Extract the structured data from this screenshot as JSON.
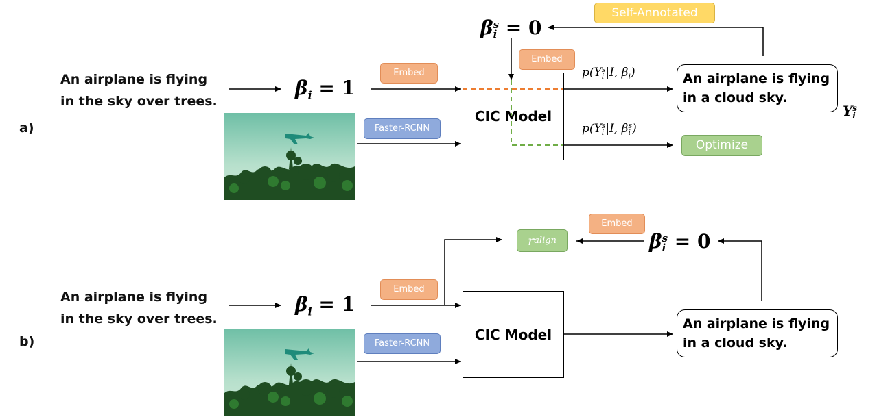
{
  "panels": {
    "a": {
      "row_label": "a)",
      "input_caption_line1": "An airplane is flying",
      "input_caption_line2": "in the sky over trees.",
      "beta_in": "β",
      "beta_in_sub": "i",
      "beta_in_rhs": "= 1",
      "embed_label": "Embed",
      "embed2_label": "Embed",
      "detector_label": "Faster-RCNN",
      "model_label": "CIC Model",
      "prob_top": "p(Y",
      "prob_top_sup": "s",
      "prob_top_sub": "i",
      "prob_top_rest": "|I, β",
      "prob_top_rest_sub": "i",
      "prob_top_close": ")",
      "prob_bottom": "p(Y",
      "prob_bottom_sup": "s",
      "prob_bottom_sub": "i",
      "prob_bottom_rest": "|I, β",
      "prob_bottom_rest_sup": "s",
      "prob_bottom_rest_sub": "i",
      "prob_bottom_close": ")",
      "output_line1": "An airplane is flying",
      "output_line2": "in a cloud sky.",
      "y_symbol": "Y",
      "y_sup": "s",
      "y_sub": "i",
      "self_annotated_label": "Self-Annotated",
      "beta_s": "β",
      "beta_s_sup": "s",
      "beta_s_sub": "i",
      "beta_s_rhs": "= 0",
      "optimize_label": "Optimize"
    },
    "b": {
      "row_label": "b)",
      "input_caption_line1": "An airplane is flying",
      "input_caption_line2": "in the sky over trees.",
      "beta_in": "β",
      "beta_in_sub": "i",
      "beta_in_rhs": "= 1",
      "embed_label": "Embed",
      "embed2_label": "Embed",
      "detector_label": "Faster-RCNN",
      "model_label": "CIC Model",
      "reward_symbol": "r",
      "reward_sub": "align",
      "output_line1": "An airplane is flying",
      "output_line2": "in a cloud sky.",
      "beta_s": "β",
      "beta_s_sup": "s",
      "beta_s_sub": "i",
      "beta_s_rhs": "= 0"
    }
  },
  "colors": {
    "embed": "#f4b183",
    "detector": "#8faadc",
    "optimize": "#a9d18e",
    "self_annotated": "#ffd966",
    "dashed_orange": "#ed7d31",
    "dashed_green": "#70ad47"
  },
  "icons": {
    "image": "airplane-over-trees-photo"
  }
}
